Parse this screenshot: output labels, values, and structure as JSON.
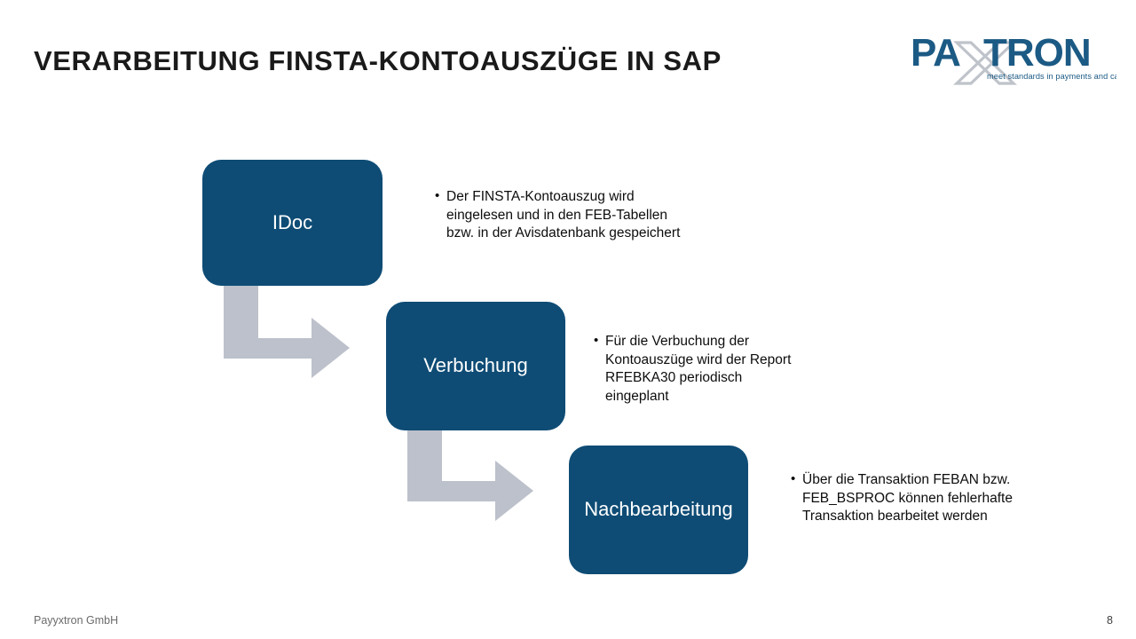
{
  "slide": {
    "title": "Verarbeitung FINSTA-Kontoauszüge in SAP",
    "background_color": "#FFFFFF"
  },
  "logo": {
    "name": "paxtron-logo",
    "wordmark_part1": "PA",
    "wordmark_part2": "TRON",
    "x_letter": "X",
    "tagline": "meet standards in payments and cash",
    "brand_color": "#1B5A84",
    "x_color": "#BFC3CA"
  },
  "diagram": {
    "type": "process-flow",
    "accent_color": "#0E4C75",
    "arrow_color": "#BCC1CB",
    "steps": [
      {
        "label": "IDoc",
        "bullets": [
          "Der FINSTA-Kontoauszug wird eingelesen und in den FEB-Tabellen bzw. in der Avisdatenbank gespeichert"
        ]
      },
      {
        "label": "Verbuchung",
        "bullets": [
          "Für die Verbuchung der Kontoauszüge wird der Report RFEBKA30 periodisch eingeplant"
        ]
      },
      {
        "label": "Nachbearbeitung",
        "bullets": [
          "Über die Transaktion FEBAN bzw. FEB_BSPROC können fehlerhafte Transaktion bearbeitet werden"
        ]
      }
    ]
  },
  "footer": {
    "company": "Payyxtron GmbH",
    "page_number": "8"
  }
}
